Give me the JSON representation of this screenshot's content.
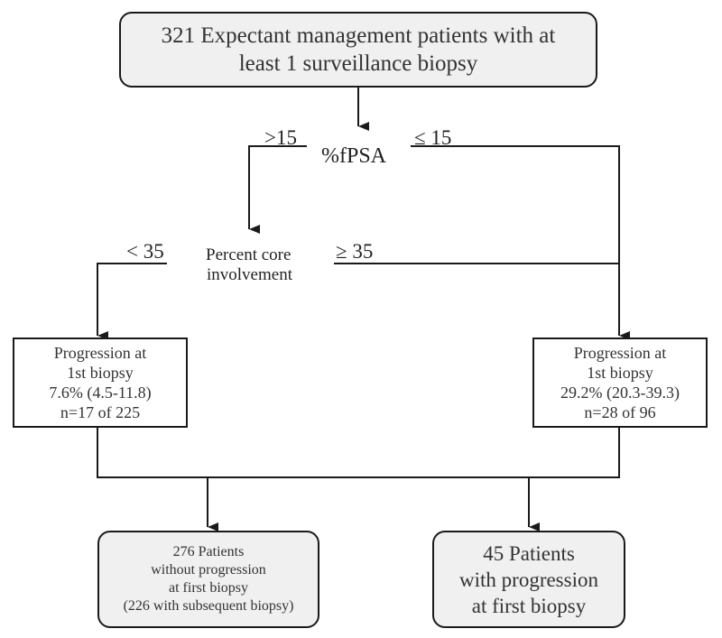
{
  "top_box": {
    "lines": [
      "321 Expectant management patients with at",
      "least 1 surveillance biopsy"
    ]
  },
  "split1": {
    "node_label": "%fPSA",
    "left_branch": ">15",
    "right_branch": "≤ 15"
  },
  "split2": {
    "node_lines": [
      "Percent core",
      "involvement"
    ],
    "left_branch": "< 35",
    "right_branch": "≥ 35"
  },
  "left_result": {
    "lines": [
      "Progression at",
      "1st biopsy",
      "7.6% (4.5-11.8)",
      "n=17 of 225"
    ]
  },
  "right_result": {
    "lines": [
      "Progression at",
      "1st biopsy",
      "29.2% (20.3-39.3)",
      "n=28 of 96"
    ]
  },
  "bottom_left": {
    "lines": [
      "276 Patients",
      "without progression",
      "at first biopsy",
      "(226 with subsequent biopsy)"
    ]
  },
  "bottom_right": {
    "lines": [
      "45 Patients",
      "with progression",
      "at first biopsy"
    ]
  }
}
